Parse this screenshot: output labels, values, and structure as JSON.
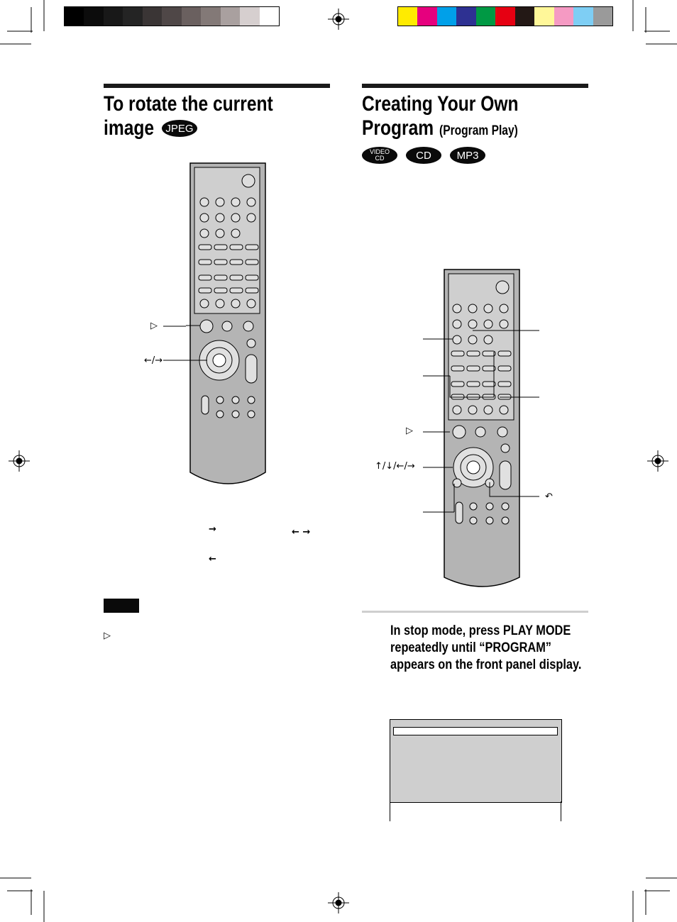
{
  "left_section": {
    "title_line1": "To rotate the current",
    "title_line2": "image",
    "jpeg_badge": "JPEG",
    "remote_labels": {
      "play_symbol": "▷",
      "left_right_arrows": "←/→"
    },
    "body_arrows": {
      "pair": "← →",
      "right": "→",
      "left": "←"
    },
    "note_label": "",
    "note_play_symbol": "▷"
  },
  "right_section": {
    "title_line1": "Creating Your Own",
    "title_line2": "Program",
    "title_suffix": "(Program Play)",
    "badges": {
      "video_cd_line1": "VIDEO",
      "video_cd_line2": "CD",
      "cd": "CD",
      "mp3": "MP3"
    },
    "remote_labels": {
      "play_symbol": "▷",
      "four_arrows": "↑/↓/←/→",
      "return_symbol": "↶"
    },
    "step_instruction": "In stop mode, press PLAY MODE repeatedly until “PROGRAM” appears on the front panel display."
  },
  "color_bars": {
    "gray": [
      "#000000",
      "#0c0c0c",
      "#181818",
      "#242424",
      "#3a3535",
      "#4f4747",
      "#6a605f",
      "#837977",
      "#a9a09f",
      "#d6cfcf",
      "#ffffff"
    ],
    "color": [
      "#ffeb00",
      "#e6007e",
      "#00a0e9",
      "#2e3192",
      "#009944",
      "#e60012",
      "#231815",
      "#fff799",
      "#f59ac3",
      "#7ecef4",
      "#9a9a9a"
    ]
  }
}
